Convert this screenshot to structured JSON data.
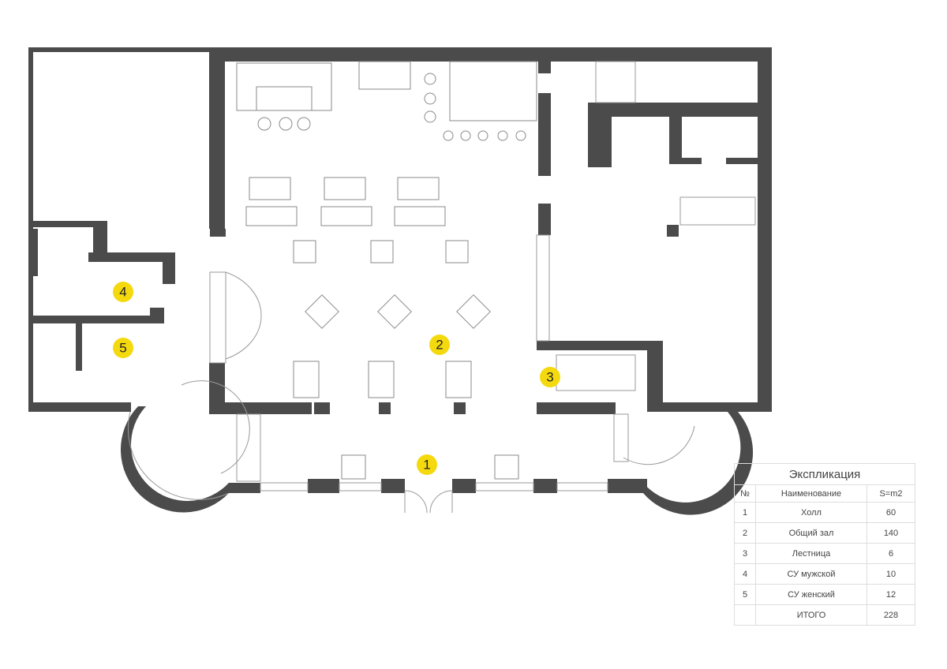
{
  "markers": [
    "1",
    "2",
    "3",
    "4",
    "5"
  ],
  "explication": {
    "title": "Экспликация",
    "headers": {
      "num": "№",
      "name": "Наименование",
      "area": "S=m2"
    },
    "rows": [
      {
        "num": "1",
        "name": "Холл",
        "area": "60"
      },
      {
        "num": "2",
        "name": "Общий зал",
        "area": "140"
      },
      {
        "num": "3",
        "name": "Лестница",
        "area": "6"
      },
      {
        "num": "4",
        "name": "СУ мужской",
        "area": "10"
      },
      {
        "num": "5",
        "name": "СУ женский",
        "area": "12"
      }
    ],
    "total": {
      "name": "ИТОГО",
      "area": "228"
    }
  },
  "colors": {
    "wall": "#4b4b4b",
    "marker": "#f5d90f"
  }
}
